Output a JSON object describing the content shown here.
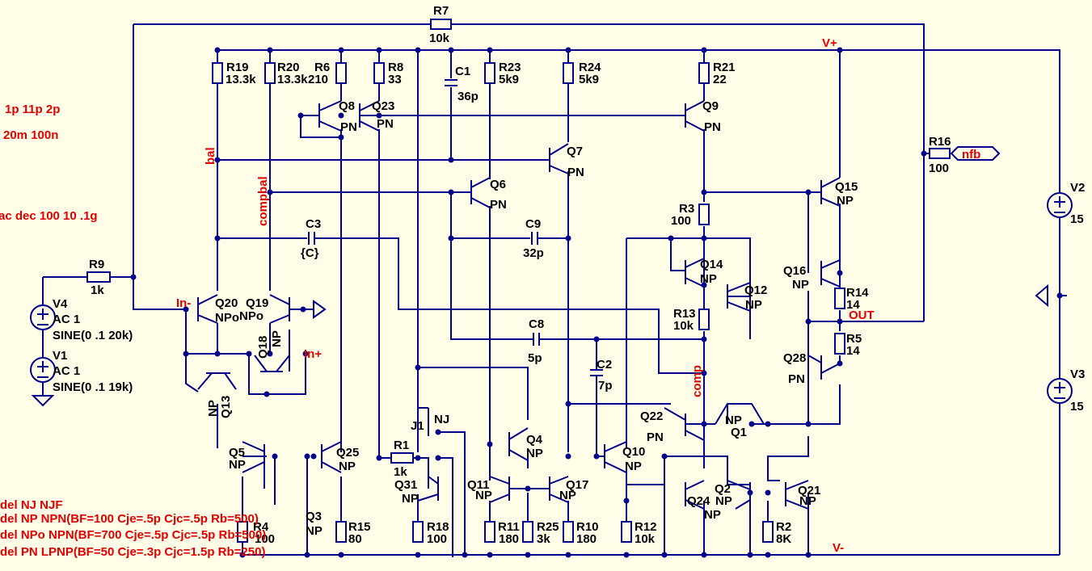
{
  "directives": [
    "1p 11p 2p",
    "20m 100n",
    "ac dec 100 10 .1g",
    "del NJ NJF",
    "del NP NPN(BF=100 Cje=.5p Cjc=.5p Rb=500)",
    "del NPo NPN(BF=700 Cje=.5p Cjc=.5p Rb=500)",
    "del PN LPNP(BF=50 Cje=.3p Cjc=1.5p Rb=250)"
  ],
  "nets": {
    "vplus": "V+",
    "vminus": "V-",
    "out": "OUT",
    "nfb": "nfb",
    "bal": "bal",
    "compbal": "compbal",
    "comp": "comp",
    "inminus": "In-",
    "inplus": "In+"
  },
  "components": [
    {
      "id": "r7",
      "name": "R7",
      "value": "10k"
    },
    {
      "id": "r19",
      "name": "R19",
      "value": "13.3k"
    },
    {
      "id": "r20",
      "name": "R20",
      "value": "13.3k"
    },
    {
      "id": "r6",
      "name": "R6",
      "value": "210"
    },
    {
      "id": "r8",
      "name": "R8",
      "value": "33"
    },
    {
      "id": "c1",
      "name": "C1",
      "value": "36p"
    },
    {
      "id": "r23",
      "name": "R23",
      "value": "5k9"
    },
    {
      "id": "r24",
      "name": "R24",
      "value": "5k9"
    },
    {
      "id": "r21",
      "name": "R21",
      "value": "22"
    },
    {
      "id": "q8",
      "name": "Q8",
      "value": "PN"
    },
    {
      "id": "q23",
      "name": "Q23",
      "value": "PN"
    },
    {
      "id": "q9",
      "name": "Q9",
      "value": "PN"
    },
    {
      "id": "q7",
      "name": "Q7",
      "value": "PN"
    },
    {
      "id": "q6",
      "name": "Q6",
      "value": "PN"
    },
    {
      "id": "r16",
      "name": "R16",
      "value": "100"
    },
    {
      "id": "q15",
      "name": "Q15",
      "value": "NP"
    },
    {
      "id": "v2",
      "name": "V2",
      "value": "15"
    },
    {
      "id": "v3",
      "name": "V3",
      "value": "15"
    },
    {
      "id": "r3",
      "name": "R3",
      "value": "100"
    },
    {
      "id": "c3",
      "name": "C3",
      "value": "{C}"
    },
    {
      "id": "c9",
      "name": "C9",
      "value": "32p"
    },
    {
      "id": "q14",
      "name": "Q14",
      "value": "NP"
    },
    {
      "id": "q12",
      "name": "Q12",
      "value": "NP"
    },
    {
      "id": "q16",
      "name": "Q16",
      "value": "NP"
    },
    {
      "id": "r14",
      "name": "R14",
      "value": "14"
    },
    {
      "id": "r13",
      "name": "R13",
      "value": "10k"
    },
    {
      "id": "r5",
      "name": "R5",
      "value": "14"
    },
    {
      "id": "q28",
      "name": "Q28",
      "value": "PN"
    },
    {
      "id": "r9",
      "name": "R9",
      "value": "1k"
    },
    {
      "id": "v4",
      "name": "V4",
      "value": "AC 1",
      "value2": "SINE(0 .1 20k)"
    },
    {
      "id": "v1",
      "name": "V1",
      "value": "AC 1",
      "value2": "SINE(0 .1 19k)"
    },
    {
      "id": "q20",
      "name": "Q20",
      "value": "NPo"
    },
    {
      "id": "q19",
      "name": "Q19",
      "value": "NPo"
    },
    {
      "id": "q18",
      "name": "Q18",
      "value": "NP"
    },
    {
      "id": "q13",
      "name": "Q13",
      "value": "NP"
    },
    {
      "id": "c8",
      "name": "C8",
      "value": "5p"
    },
    {
      "id": "c2",
      "name": "C2",
      "value": "7p"
    },
    {
      "id": "q22",
      "name": "Q22",
      "value": "PN"
    },
    {
      "id": "q1",
      "name": "Q1",
      "value": "NP"
    },
    {
      "id": "j1",
      "name": "J1",
      "value": "NJ"
    },
    {
      "id": "q4",
      "name": "Q4",
      "value": "NP"
    },
    {
      "id": "q10",
      "name": "Q10",
      "value": "NP"
    },
    {
      "id": "q5",
      "name": "Q5",
      "value": "NP"
    },
    {
      "id": "q25",
      "name": "Q25",
      "value": "NP"
    },
    {
      "id": "r1",
      "name": "R1",
      "value": "1k"
    },
    {
      "id": "q31",
      "name": "Q31",
      "value": "NP"
    },
    {
      "id": "q11",
      "name": "Q11",
      "value": "NP"
    },
    {
      "id": "q17",
      "name": "Q17",
      "value": "NP"
    },
    {
      "id": "q24",
      "name": "Q24",
      "value": "NP"
    },
    {
      "id": "q2",
      "name": "Q2",
      "value": "NP"
    },
    {
      "id": "q21",
      "name": "Q21",
      "value": "NP"
    },
    {
      "id": "q3",
      "name": "Q3",
      "value": "NP"
    },
    {
      "id": "r4",
      "name": "R4",
      "value": "100"
    },
    {
      "id": "r15",
      "name": "R15",
      "value": "80"
    },
    {
      "id": "r18",
      "name": "R18",
      "value": "100"
    },
    {
      "id": "r11",
      "name": "R11",
      "value": "180"
    },
    {
      "id": "r25",
      "name": "R25",
      "value": "3k"
    },
    {
      "id": "r10",
      "name": "R10",
      "value": "180"
    },
    {
      "id": "r12",
      "name": "R12",
      "value": "10k"
    },
    {
      "id": "r2",
      "name": "R2",
      "value": "8K"
    }
  ],
  "colors": {
    "wire": "#00008b",
    "text": "#000000",
    "net_label": "#e00000",
    "background": "#fffde8"
  }
}
